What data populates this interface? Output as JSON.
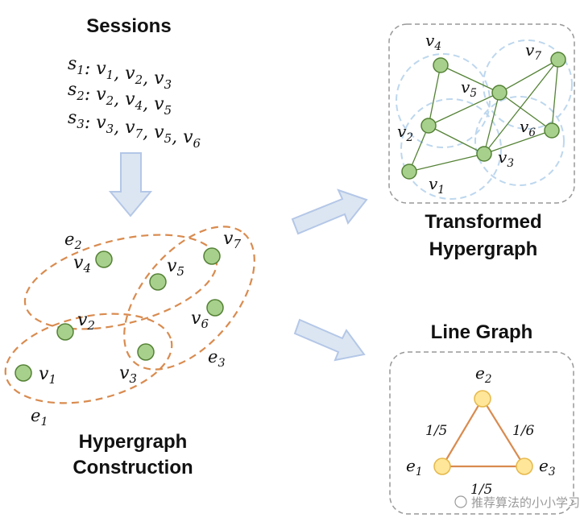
{
  "sessions": {
    "title": "Sessions",
    "lines": [
      [
        "s",
        "1",
        ": ",
        "v",
        "1",
        ", ",
        "v",
        "2",
        ", ",
        "v",
        "3"
      ],
      [
        "s",
        "2",
        ": ",
        "v",
        "2",
        ", ",
        "v",
        "4",
        ", ",
        "v",
        "5"
      ],
      [
        "s",
        "3",
        ": ",
        "v",
        "3",
        ", ",
        "v",
        "7",
        ", ",
        "v",
        "5",
        ", ",
        "v",
        "6"
      ]
    ]
  },
  "hypergraph": {
    "caption_line1": "Hypergraph",
    "caption_line2": "Construction",
    "edge_labels": [
      {
        "base": "e",
        "sub": "1"
      },
      {
        "base": "e",
        "sub": "2"
      },
      {
        "base": "e",
        "sub": "3"
      }
    ],
    "node_labels": [
      {
        "base": "v",
        "sub": "1"
      },
      {
        "base": "v",
        "sub": "2"
      },
      {
        "base": "v",
        "sub": "3"
      },
      {
        "base": "v",
        "sub": "4"
      },
      {
        "base": "v",
        "sub": "5"
      },
      {
        "base": "v",
        "sub": "6"
      },
      {
        "base": "v",
        "sub": "7"
      }
    ]
  },
  "transformed": {
    "caption_line1": "Transformed",
    "caption_line2": "Hypergraph",
    "node_labels": [
      {
        "base": "v",
        "sub": "1"
      },
      {
        "base": "v",
        "sub": "2"
      },
      {
        "base": "v",
        "sub": "3"
      },
      {
        "base": "v",
        "sub": "4"
      },
      {
        "base": "v",
        "sub": "5"
      },
      {
        "base": "v",
        "sub": "6"
      },
      {
        "base": "v",
        "sub": "7"
      }
    ]
  },
  "line_graph": {
    "title": "Line Graph",
    "node_labels": [
      {
        "base": "e",
        "sub": "1"
      },
      {
        "base": "e",
        "sub": "2"
      },
      {
        "base": "e",
        "sub": "3"
      }
    ],
    "edge_weights": [
      "1/5",
      "1/6",
      "1/5"
    ]
  },
  "colors": {
    "node_fill": "#a8d08d",
    "node_stroke": "#548235",
    "hyperedge_stroke": "#d98b4f",
    "line_node_fill": "#ffe699",
    "line_node_stroke": "#e6b84a",
    "line_edge": "#d98b4f",
    "arrow_fill": "#dce6f2",
    "arrow_stroke": "#b4c7e7",
    "dashed_circle": "#bdd7ee",
    "panel_border": "#999999"
  },
  "watermark": "推荐算法的小小学习者"
}
